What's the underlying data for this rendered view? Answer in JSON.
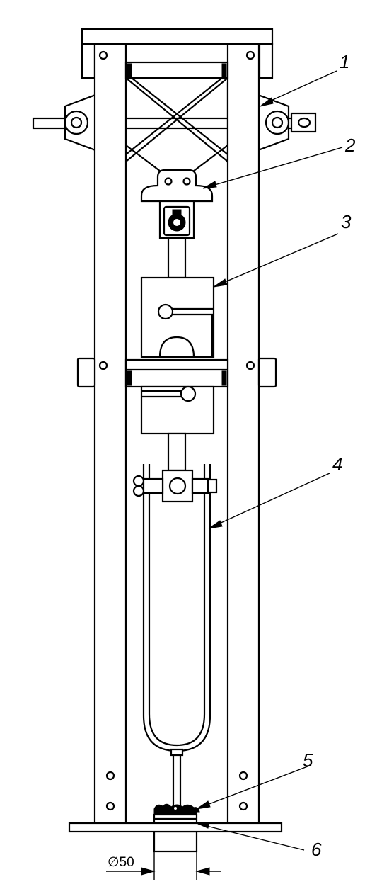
{
  "callouts": {
    "c1": "1",
    "c2": "2",
    "c3": "3",
    "c4": "4",
    "c5": "5",
    "c6": "6"
  },
  "dimension": {
    "diameter_label": "∅50"
  }
}
